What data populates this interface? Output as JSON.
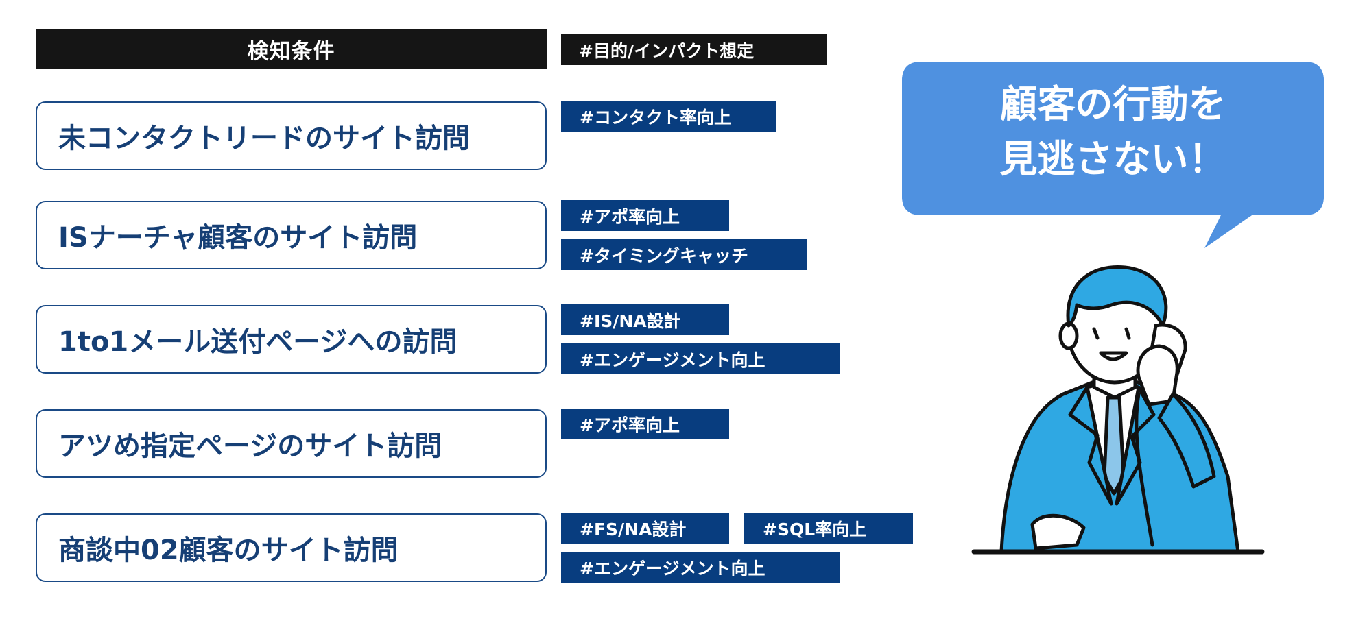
{
  "header": {
    "condition_label": "検知条件",
    "purpose_label": "#目的/インパクト想定"
  },
  "rows": [
    {
      "condition": "未コンタクトリードのサイト訪問",
      "tags": [
        "#コンタクト率向上"
      ]
    },
    {
      "condition": "ISナーチャ顧客のサイト訪問",
      "tags": [
        "#アポ率向上",
        "#タイミングキャッチ"
      ]
    },
    {
      "condition": "1to1メール送付ページへの訪問",
      "tags": [
        "#IS/NA設計",
        "#エンゲージメント向上"
      ]
    },
    {
      "condition": "アツめ指定ページのサイト訪問",
      "tags": [
        "#アポ率向上"
      ]
    },
    {
      "condition": "商談中02顧客のサイト訪問",
      "tags": [
        "#FS/NA設計",
        "#SQL率向上",
        "#エンゲージメント向上"
      ]
    }
  ],
  "bubble": {
    "line1": "顧客の行動を",
    "line2": "見逃さない！"
  },
  "colors": {
    "header_bg": "#151515",
    "tag_bg": "#083d7f",
    "box_border": "#1a4a86",
    "box_text": "#163f75",
    "bubble_bg": "#4f91e0",
    "suit": "#2fa8e3"
  },
  "illustration": "businessman-on-phone-icon"
}
